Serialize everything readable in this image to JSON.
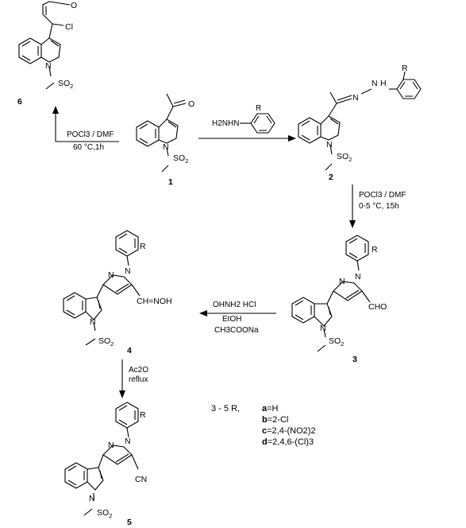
{
  "compounds": {
    "c1": {
      "number": "1",
      "atoms": {
        "o": "O",
        "n": "N",
        "so2": "SO",
        "so2_sub": "2"
      }
    },
    "c2": {
      "number": "2",
      "atoms": {
        "n1": "N",
        "n2": "N",
        "h": "H",
        "r": "R",
        "n": "N",
        "so2": "SO",
        "so2_sub": "2"
      }
    },
    "c3": {
      "number": "3",
      "atoms": {
        "r": "R",
        "n1": "N",
        "n2": "N",
        "cho": "CHO",
        "n": "N",
        "so2": "SO",
        "so2_sub": "2"
      }
    },
    "c4": {
      "number": "4",
      "atoms": {
        "r": "R",
        "n1": "N",
        "n2": "N",
        "oxime": "CH=NOH",
        "n": "N",
        "so2": "SO",
        "so2_sub": "2"
      }
    },
    "c5": {
      "number": "5",
      "atoms": {
        "r": "R",
        "n1": "N",
        "n2": "N",
        "cn": "CN",
        "n": "N",
        "so2": "SO",
        "so2_sub": "2"
      }
    },
    "c6": {
      "number": "6",
      "atoms": {
        "o": "O",
        "cl": "Cl",
        "n": "N",
        "so2": "SO",
        "so2_sub": "2"
      }
    }
  },
  "reagents": {
    "hydrazine": {
      "h2nhn": "H2NHN",
      "r": "R"
    },
    "to6": {
      "line1": "POCl3 / DMF",
      "line2": "60 °C,1h"
    },
    "to3": {
      "line1": "POCl3 / DMF",
      "line2": "0-5 °C, 15h"
    },
    "to4": {
      "line1": "OHNH2 HCl",
      "line2": "EtOH",
      "line3": "CH3COONa"
    },
    "to5": {
      "line1": "Ac2O",
      "line2": "reflux"
    }
  },
  "legend": {
    "head": "3 - 5  R,",
    "a": "a",
    "a_text": "=H",
    "b": "b",
    "b_text": "=2-Cl",
    "c": "c",
    "c_text": "=2,4-(NO2)2",
    "d": "d",
    "d_text": "=2,4,6-(Cl)3"
  }
}
